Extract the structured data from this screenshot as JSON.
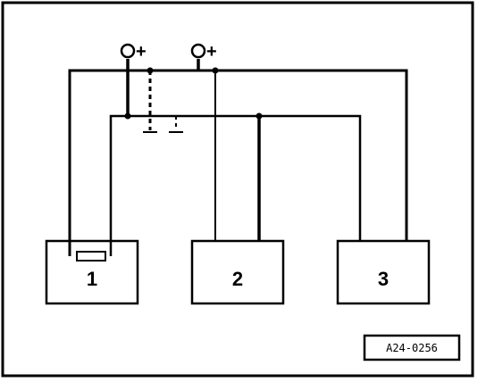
{
  "diagram": {
    "components": [
      {
        "id": "component-1",
        "label": "1"
      },
      {
        "id": "component-2",
        "label": "2"
      },
      {
        "id": "component-3",
        "label": "3"
      }
    ],
    "terminals": [
      {
        "id": "terminal-left",
        "label": "+"
      },
      {
        "id": "terminal-right",
        "label": "+"
      }
    ],
    "reference_code": "A24-0256"
  }
}
